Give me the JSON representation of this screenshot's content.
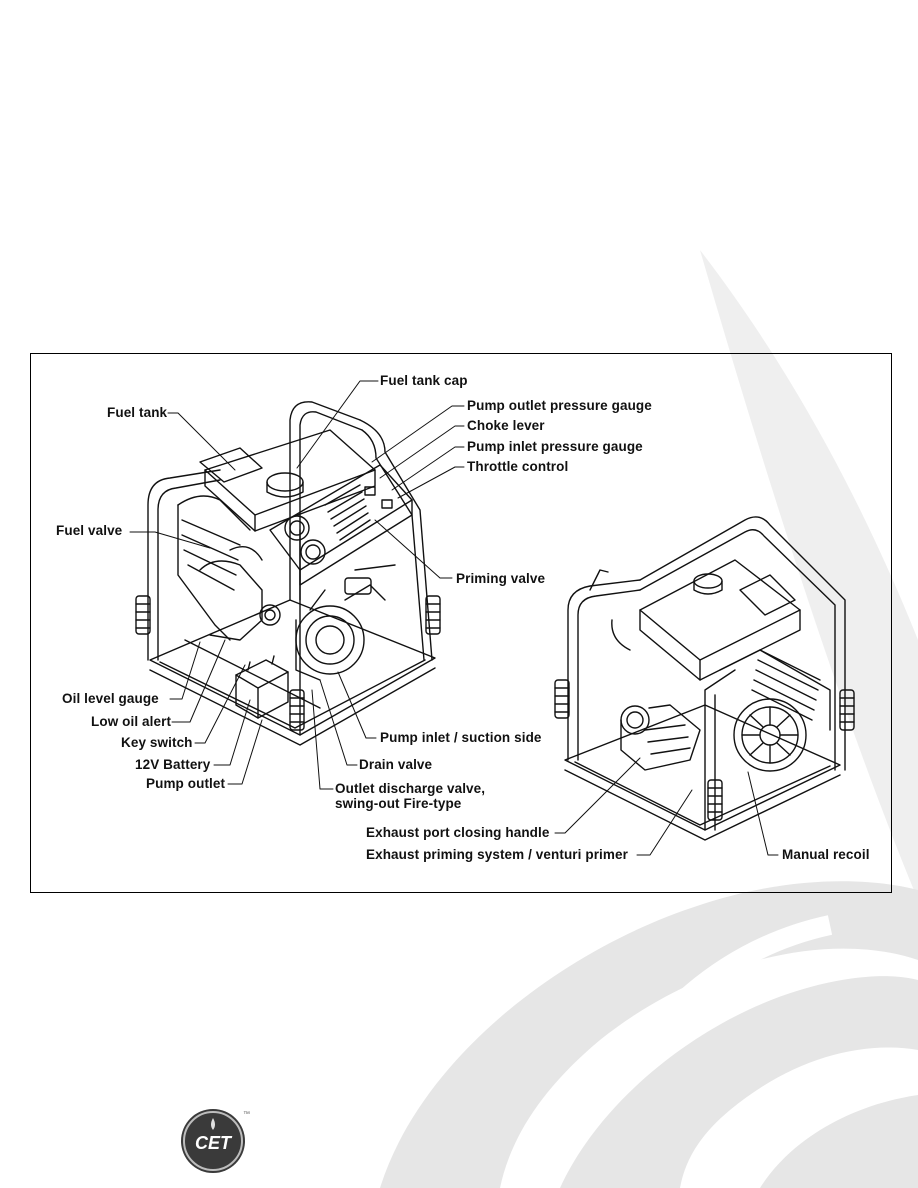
{
  "figure": {
    "labels": {
      "fuel_tank_cap": "Fuel tank cap",
      "fuel_tank": "Fuel tank",
      "pump_outlet_pressure_gauge": "Pump outlet pressure gauge",
      "choke_lever": "Choke lever",
      "pump_inlet_pressure_gauge": "Pump inlet pressure gauge",
      "throttle_control": "Throttle control",
      "fuel_valve": "Fuel valve",
      "priming_valve": "Priming valve",
      "oil_level_gauge": "Oil level gauge",
      "low_oil_alert": "Low oil alert",
      "key_switch": "Key switch",
      "battery": "12V Battery",
      "pump_outlet": "Pump outlet",
      "pump_inlet_suction": "Pump inlet / suction side",
      "drain_valve": "Drain valve",
      "outlet_discharge_line1": "Outlet discharge valve,",
      "outlet_discharge_line2": "swing-out Fire-type",
      "exhaust_port_handle": "Exhaust port closing handle",
      "exhaust_priming": "Exhaust priming system / venturi primer",
      "manual_recoil": "Manual recoil"
    }
  },
  "footer": {
    "logo_text": "CET",
    "logo_tm": "™"
  },
  "colors": {
    "swoosh": "#e6e6e6",
    "ink": "#111111",
    "logo_dark": "#3a3a3a"
  }
}
